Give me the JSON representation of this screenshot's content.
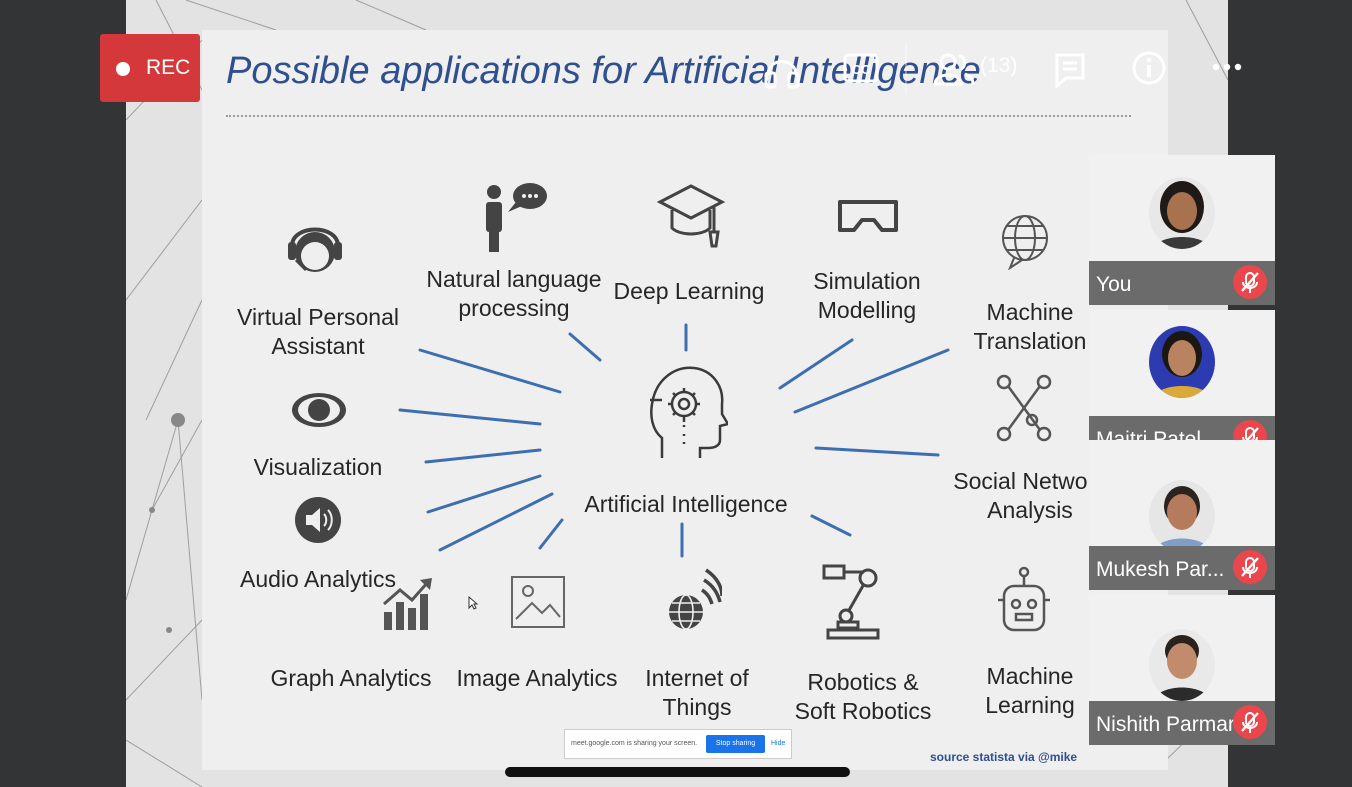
{
  "recording": {
    "label": "REC"
  },
  "toolbar": {
    "participants_count": "(13)"
  },
  "slide": {
    "title": "Possible applications for Artificial Intelligence",
    "center_label": "Artificial Intelligence",
    "items": [
      {
        "label": "Virtual Personal\nAssistant",
        "icon": "headset-icon"
      },
      {
        "label": "Natural language\nprocessing",
        "icon": "speech-person-icon"
      },
      {
        "label": "Deep Learning",
        "icon": "graduation-cap-icon"
      },
      {
        "label": "Simulation\nModelling",
        "icon": "vr-goggles-icon"
      },
      {
        "label": "Machine\nTranslation",
        "icon": "globe-chat-icon"
      },
      {
        "label": "Visualization",
        "icon": "eye-icon"
      },
      {
        "label": "Audio Analytics",
        "icon": "speaker-icon"
      },
      {
        "label": "Social Network\nAnalysis",
        "icon": "network-nodes-icon"
      },
      {
        "label": "Graph Analytics",
        "icon": "bar-growth-icon"
      },
      {
        "label": "Image Analytics",
        "icon": "image-icon"
      },
      {
        "label": "Internet of\nThings",
        "icon": "wifi-globe-icon"
      },
      {
        "label": "Robotics &\nSoft Robotics",
        "icon": "robot-arm-icon"
      },
      {
        "label": "Machine\nLearning",
        "icon": "robot-head-icon"
      }
    ],
    "source": "source statista via @mike"
  },
  "participants": [
    {
      "name": "You",
      "muted": true
    },
    {
      "name": "Maitri Patel",
      "muted": true
    },
    {
      "name": "Mukesh Par...",
      "muted": true
    },
    {
      "name": "Nishith Parmar",
      "muted": true
    }
  ],
  "share_bar": {
    "message": "meet.google.com is sharing your screen.",
    "stop_label": "Stop sharing",
    "hide_label": "Hide"
  },
  "colors": {
    "rec": "#d4383a",
    "title": "#2f4f8f",
    "connector": "#3d6fb0",
    "mute": "#e9474c"
  }
}
